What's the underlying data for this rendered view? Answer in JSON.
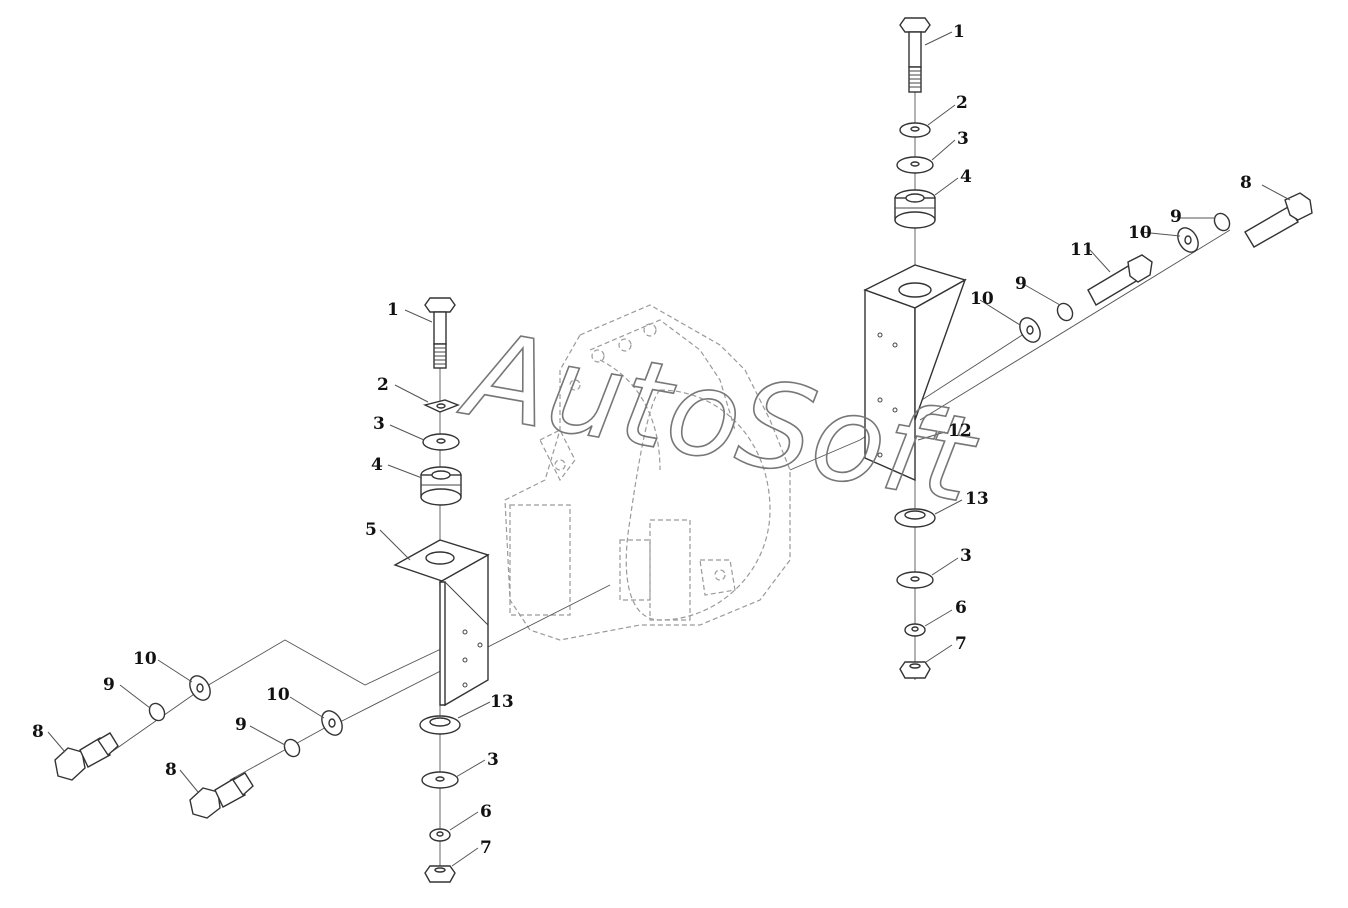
{
  "watermark": "AutoSoft",
  "callouts": [
    {
      "id": "left-1",
      "text": "1"
    },
    {
      "id": "left-2",
      "text": "2"
    },
    {
      "id": "left-3",
      "text": "3"
    },
    {
      "id": "left-4",
      "text": "4"
    },
    {
      "id": "left-5",
      "text": "5"
    },
    {
      "id": "left-10a",
      "text": "10"
    },
    {
      "id": "left-9a",
      "text": "9"
    },
    {
      "id": "left-8a",
      "text": "8"
    },
    {
      "id": "left-10b",
      "text": "10"
    },
    {
      "id": "left-9b",
      "text": "9"
    },
    {
      "id": "left-8b",
      "text": "8"
    },
    {
      "id": "left-13",
      "text": "13"
    },
    {
      "id": "left-3b",
      "text": "3"
    },
    {
      "id": "left-6",
      "text": "6"
    },
    {
      "id": "left-7",
      "text": "7"
    },
    {
      "id": "right-1",
      "text": "1"
    },
    {
      "id": "right-2",
      "text": "2"
    },
    {
      "id": "right-3",
      "text": "3"
    },
    {
      "id": "right-4",
      "text": "4"
    },
    {
      "id": "right-8",
      "text": "8"
    },
    {
      "id": "right-9a",
      "text": "9"
    },
    {
      "id": "right-10a",
      "text": "10"
    },
    {
      "id": "right-11",
      "text": "11"
    },
    {
      "id": "right-10b",
      "text": "10"
    },
    {
      "id": "right-9b",
      "text": "9"
    },
    {
      "id": "right-12",
      "text": "12"
    },
    {
      "id": "right-13",
      "text": "13"
    },
    {
      "id": "right-3b",
      "text": "3"
    },
    {
      "id": "right-6",
      "text": "6"
    },
    {
      "id": "right-7",
      "text": "7"
    }
  ]
}
